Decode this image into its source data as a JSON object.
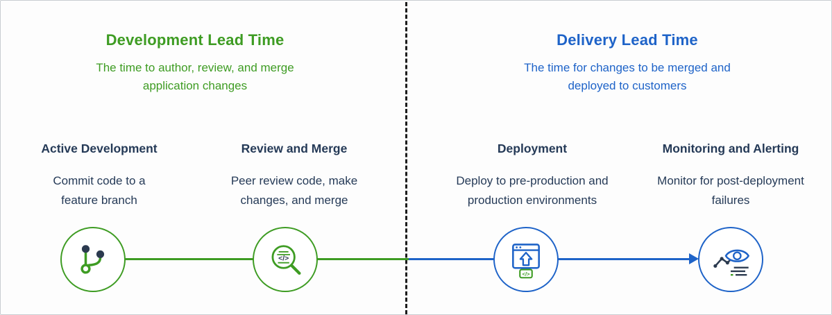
{
  "colors": {
    "development_accent": "#3e9c23",
    "delivery_accent": "#1e63c8",
    "heading_navy": "#253a57",
    "divider_black": "#1c1c1c",
    "border_gray": "#c9cdd1"
  },
  "sections": [
    {
      "id": "development",
      "title": "Development Lead Time",
      "subtitle": "The time to author, review, and merge application changes",
      "accent": "#3e9c23",
      "stages": [
        {
          "title": "Active Development",
          "description": "Commit code to a feature branch",
          "icon": "git-branch-icon"
        },
        {
          "title": "Review and Merge",
          "description": "Peer review code, make changes, and merge",
          "icon": "code-review-magnifier-icon"
        }
      ]
    },
    {
      "id": "delivery",
      "title": "Delivery Lead Time",
      "subtitle": "The time for changes to be merged and deployed to customers",
      "accent": "#1e63c8",
      "stages": [
        {
          "title": "Deployment",
          "description": "Deploy to pre-production and production environments",
          "icon": "deploy-window-icon"
        },
        {
          "title": "Monitoring and Alerting",
          "description": "Monitor for post-deployment failures",
          "icon": "monitoring-eye-icon"
        }
      ]
    }
  ]
}
